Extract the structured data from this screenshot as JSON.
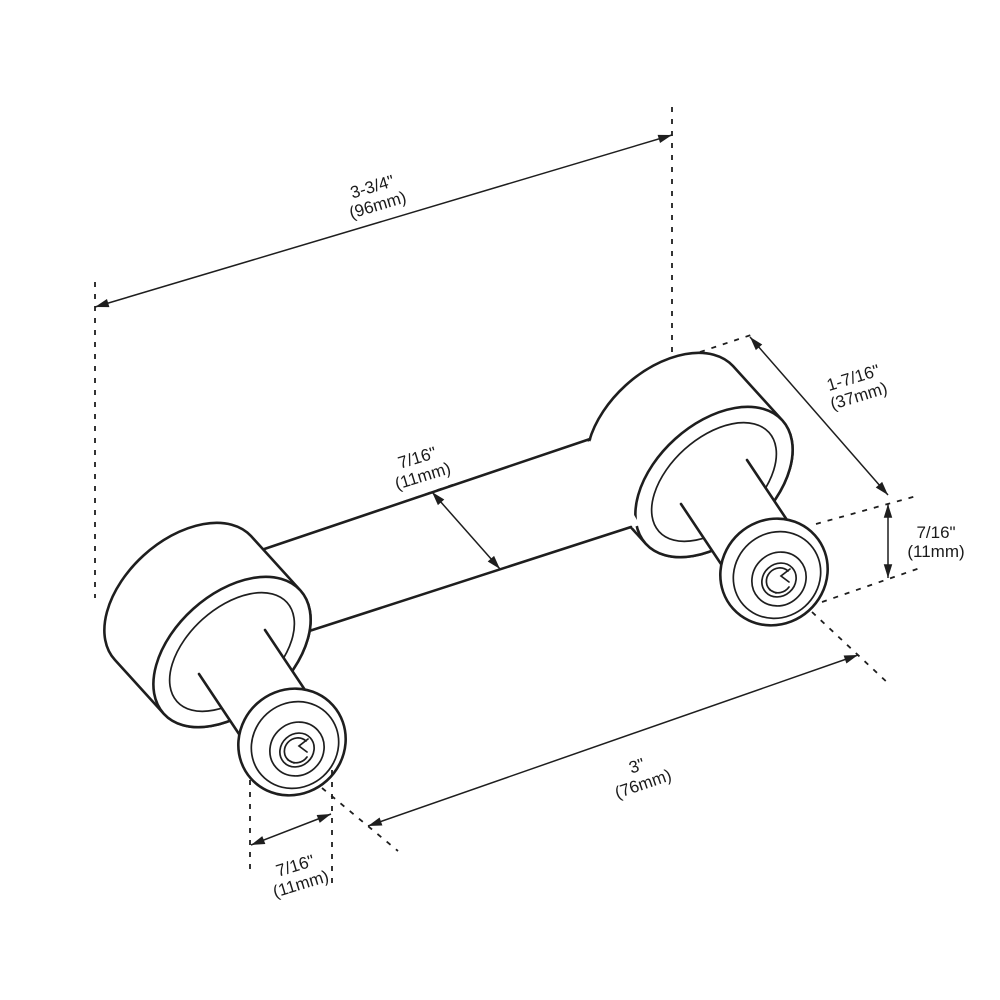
{
  "diagram": {
    "type": "technical-drawing",
    "subject": "cabinet bar pull handle, isometric line drawing with dimension callouts",
    "background_color": "#ffffff",
    "line_color": "#1e1e1e",
    "dimensions": {
      "overall_length": {
        "inches": "3-3/4\"",
        "mm": "(96mm)"
      },
      "projection": {
        "inches": "1-7/16\"",
        "mm": "(37mm)"
      },
      "bar_diameter": {
        "inches": "7/16\"",
        "mm": "(11mm)"
      },
      "base_height": {
        "inches": "7/16\"",
        "mm": "(11mm)"
      },
      "center_to_center": {
        "inches": "3\"",
        "mm": "(76mm)"
      },
      "base_diameter": {
        "inches": "7/16\"",
        "mm": "(11mm)"
      }
    }
  }
}
